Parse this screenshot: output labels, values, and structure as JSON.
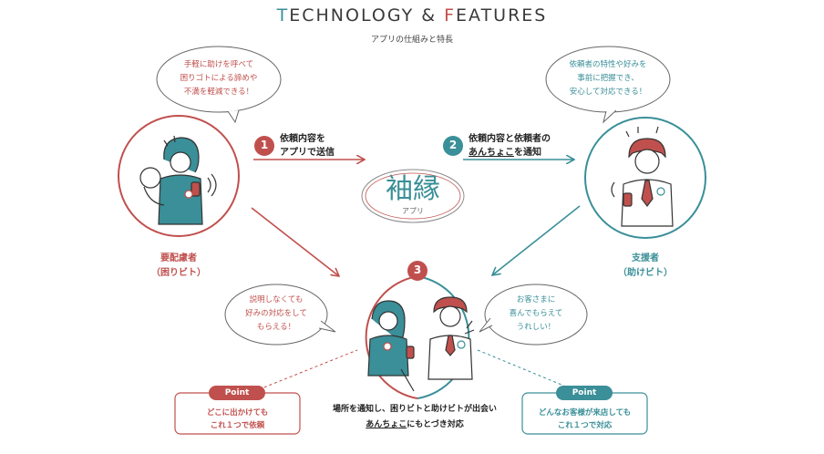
{
  "header": {
    "title_t": "T",
    "title_rest1": "ECHNOLOGY & ",
    "title_f": "F",
    "title_rest2": "EATURES",
    "subtitle": "アプリの仕組みと特長"
  },
  "bubbles": {
    "left_top": [
      "手軽に助けを呼べて",
      "困りゴトによる諦めや",
      "不満を軽減できる！"
    ],
    "right_top": [
      "依頼者の特性や好みを",
      "事前に把握でき、",
      "安心して対応できる！"
    ],
    "left_mid": [
      "説明しなくても",
      "好みの対応をして",
      "もらえる！"
    ],
    "right_mid": [
      "お客さまに",
      "喜んでもらえて",
      "うれしい！"
    ]
  },
  "steps": {
    "step1_num": "1",
    "step1_lines": [
      "依頼内容を",
      "アプリで送信"
    ],
    "step2_num": "2",
    "step2_line1": "依頼内容と依頼者の",
    "step2_line2a": "あんちょこ",
    "step2_line2b": "を通知",
    "step3_num": "3"
  },
  "logo": {
    "main": "袖縁",
    "sub": "アプリ"
  },
  "people": {
    "left": [
      "要配慮者",
      "（困りビト）"
    ],
    "right": [
      "支援者",
      "（助けビト）"
    ]
  },
  "points": {
    "pill_label": "Point",
    "left": [
      "どこに出かけても",
      "これ１つで依頼"
    ],
    "right": [
      "どんなお客様が来店しても",
      "これ１つで対応"
    ]
  },
  "bottom": {
    "line1": "場所を通知し、困りビトと助けビトが出会い",
    "line2a": "あんちょこ",
    "line2b": "にもとづき対応"
  },
  "colors": {
    "red": "#c0504d",
    "teal": "#3a8f98",
    "gray": "#4a4a4a"
  }
}
